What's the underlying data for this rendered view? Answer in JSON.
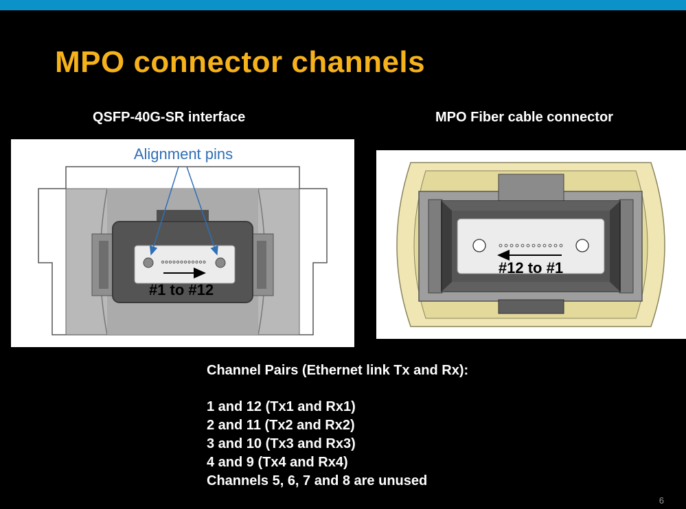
{
  "slide": {
    "title": "MPO connector channels",
    "page_number": "6",
    "accent_color": "#f6b21b",
    "topbar_color": "#0b93c9"
  },
  "left_figure": {
    "caption": "QSFP-40G-SR interface",
    "callout": "Alignment pins",
    "direction_label": "#1 to #12"
  },
  "right_figure": {
    "caption": "MPO Fiber cable connector",
    "direction_label": "#12 to #1"
  },
  "channel_pairs": {
    "heading": "Channel Pairs (Ethernet link Tx and Rx):",
    "items": [
      "1 and 12 (Tx1 and Rx1)",
      "2 and 11 (Tx2 and Rx2)",
      "3 and 10 (Tx3 and Rx3)",
      "4 and 9 (Tx4 and Rx4)",
      "Channels 5, 6, 7 and 8 are unused"
    ]
  }
}
